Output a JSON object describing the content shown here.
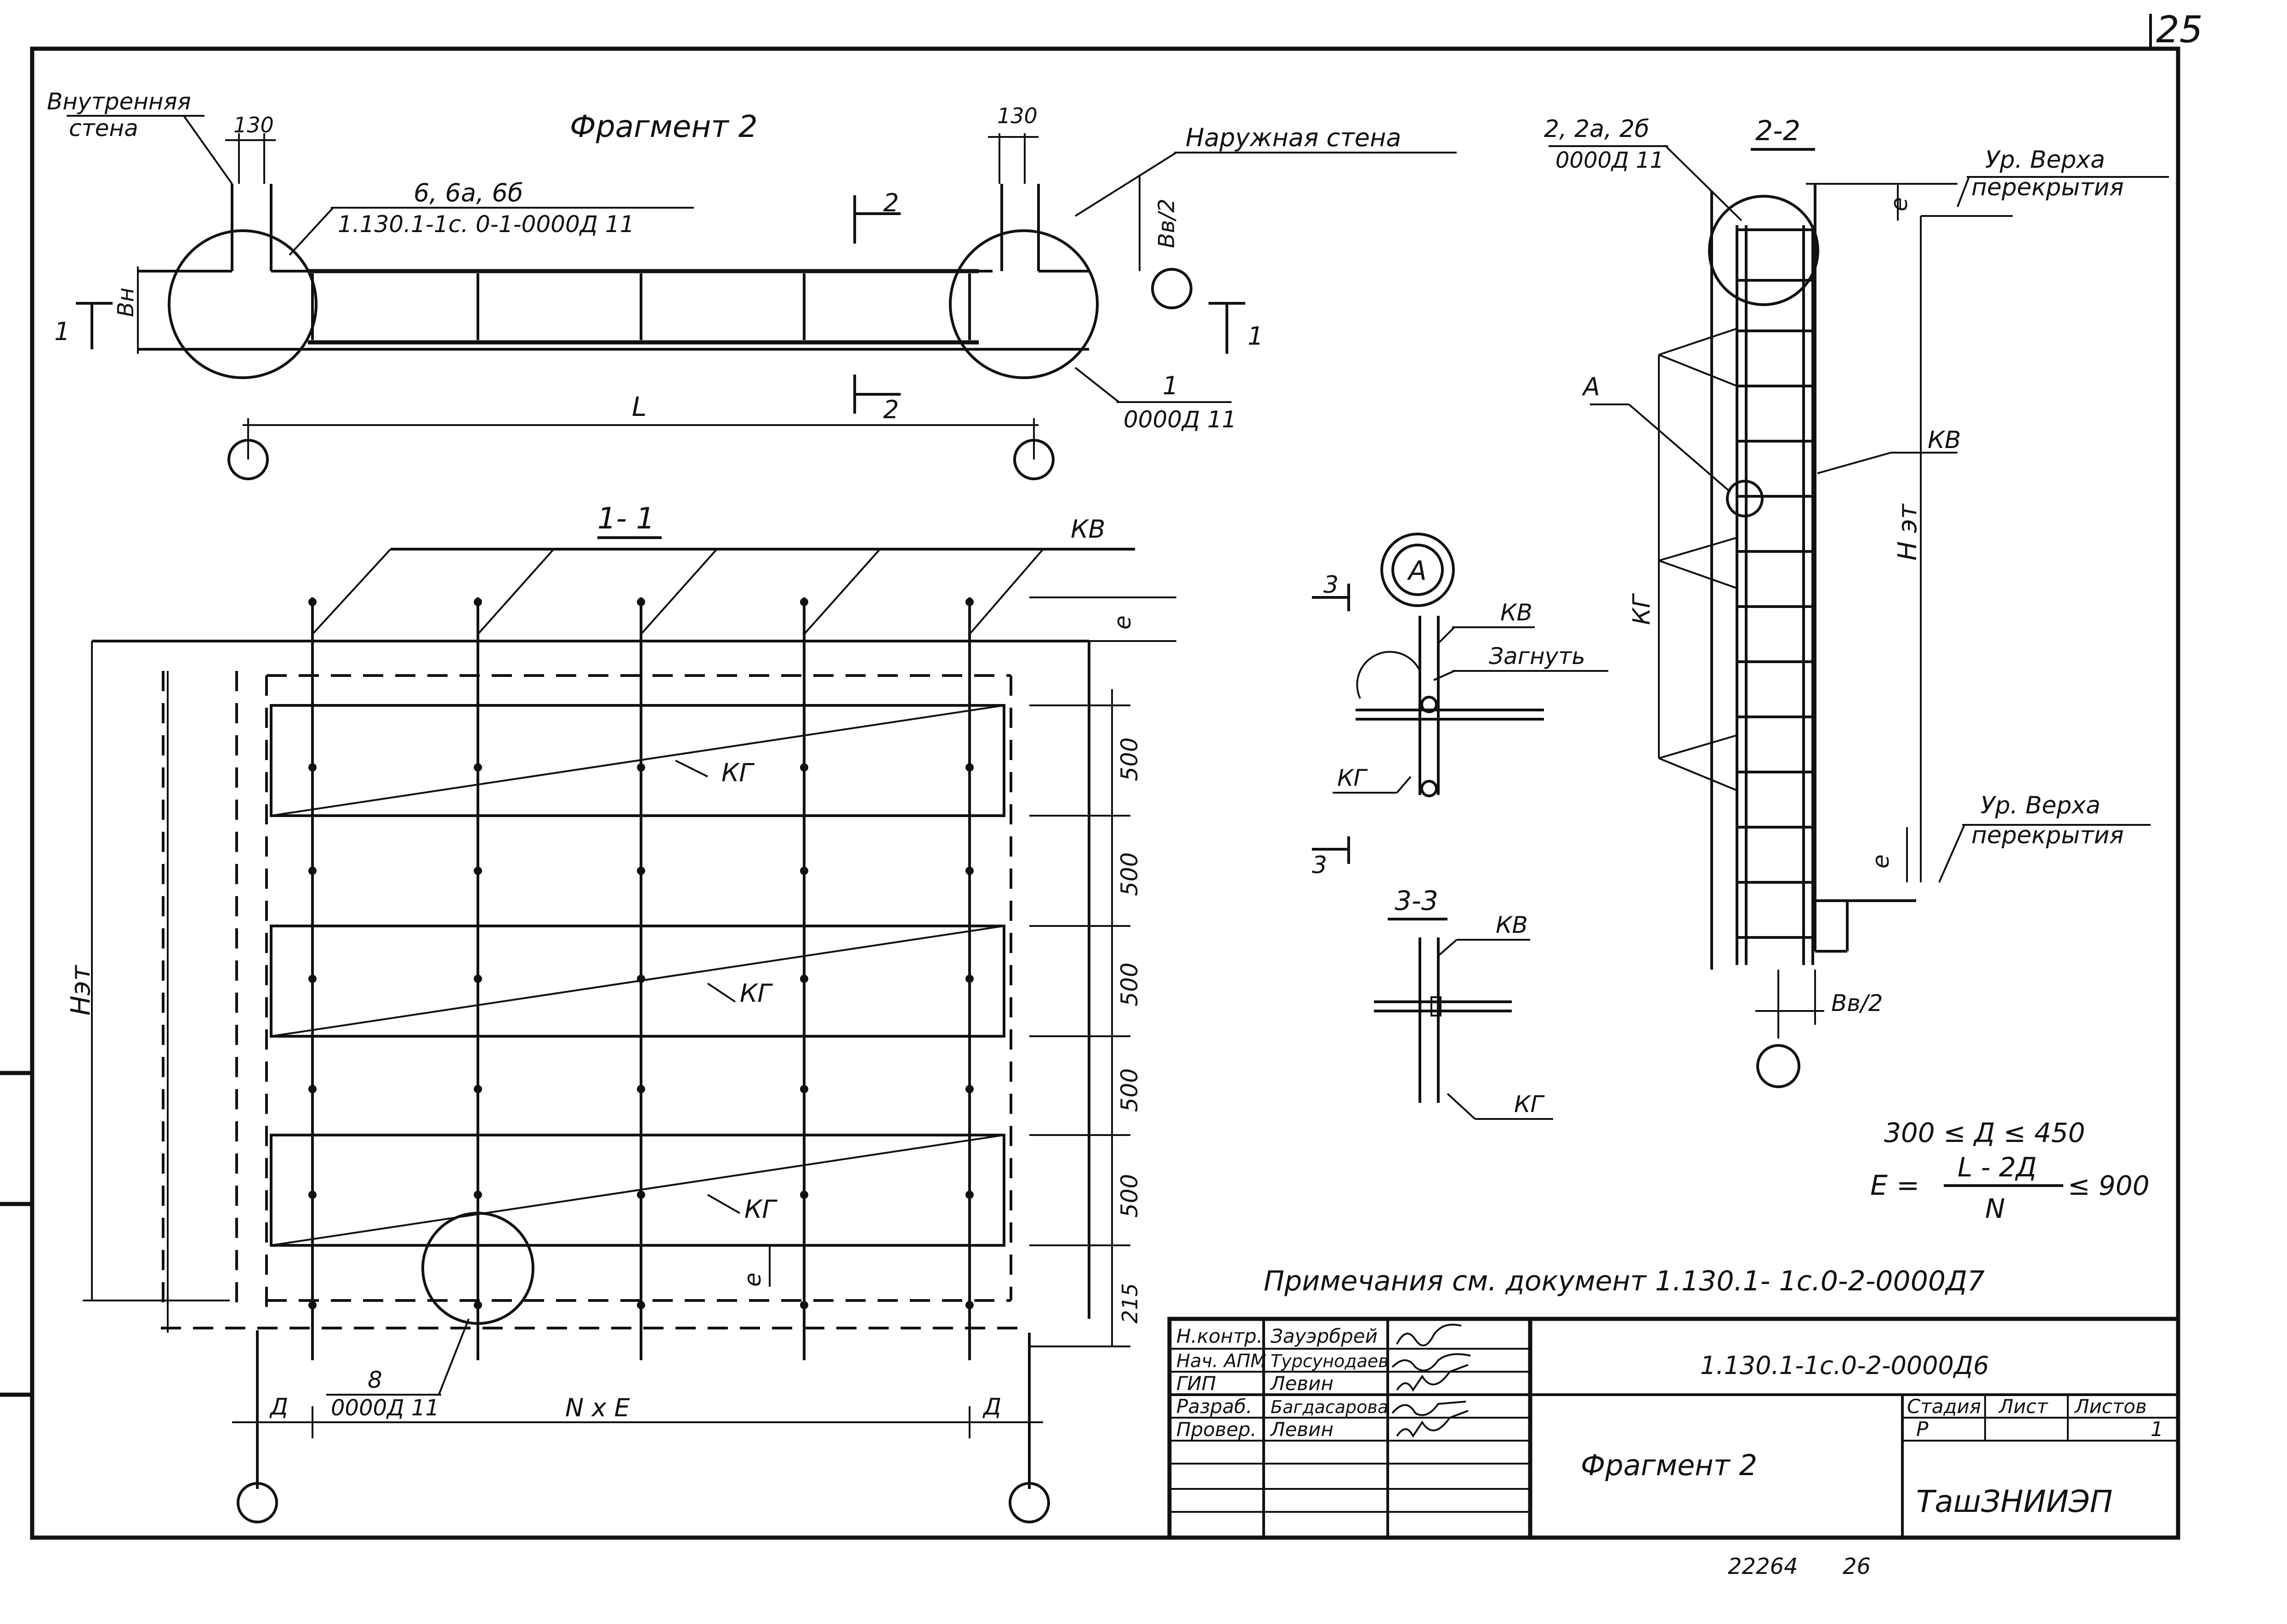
{
  "page_number": "25",
  "fragment": {
    "title": "Фрагмент 2",
    "inner_wall": [
      "Внутренняя",
      "стена"
    ],
    "outer_wall": "Наружная стена",
    "dim_130_left": "130",
    "dim_130_right": "130",
    "ref_6": [
      "6, 6а, 6б",
      "1.130.1-1с. 0-1-0000Д 11"
    ],
    "ref_1": [
      "1",
      "0000Д 11"
    ],
    "dim_bn": "Вн",
    "dim_bv2": "Вв/2",
    "dim_L": "L",
    "sec_1": "1",
    "sec_2": "2"
  },
  "section_1_1": {
    "title": "1- 1",
    "kv": "КВ",
    "kg": "КГ",
    "e": "e",
    "h_et": "Нэт",
    "spacings": [
      "500",
      "500",
      "500",
      "500",
      "500",
      "215"
    ],
    "dim_D": "Д",
    "dim_NxE": "N x E",
    "ref_8": [
      "8",
      "0000Д 11"
    ]
  },
  "node_A": {
    "label": "А",
    "kv": "КВ",
    "bend": "Загнуть",
    "kg": "КГ",
    "cut": "3"
  },
  "section_3_3": {
    "title": "3-3",
    "kv": "КВ",
    "kg": "КГ"
  },
  "section_2_2": {
    "title": "2-2",
    "ref": [
      "2, 2а, 2б",
      "0000Д 11"
    ],
    "top_level": [
      "Ур. Верха",
      "перекрытия"
    ],
    "bottom_level": [
      "Ур. Верха",
      "перекрытия"
    ],
    "e": "e",
    "kv": "КВ",
    "kg": "КГ",
    "a": "А",
    "h_et": "Н эт",
    "bv2": "Вв/2"
  },
  "formulas": {
    "line1": "300 ≤ Д ≤ 450",
    "lhs": "E =",
    "numerator": "L - 2Д",
    "denominator": "N",
    "rhs": "≤ 900"
  },
  "note": "Примечания см. документ 1.130.1- 1с.0-2-0000Д7",
  "title_block": {
    "roles": [
      "Н.контр.",
      "Нач. АПМ",
      "ГИП",
      "Разраб.",
      "Провер."
    ],
    "names": [
      "Зауэрбрей",
      "Турсунодаев",
      "Левин",
      "Багдасарова",
      "Левин"
    ],
    "doc_code": "1.130.1-1с.0-2-0000Д6",
    "sheet_title": "Фрагмент 2",
    "col_stage": "Стадия",
    "col_sheet": "Лист",
    "col_sheets": "Листов",
    "stage": "Р",
    "sheets": "1",
    "org": "ТашЗНИИЭП"
  },
  "footer": {
    "archive": "22264",
    "page": "26"
  }
}
